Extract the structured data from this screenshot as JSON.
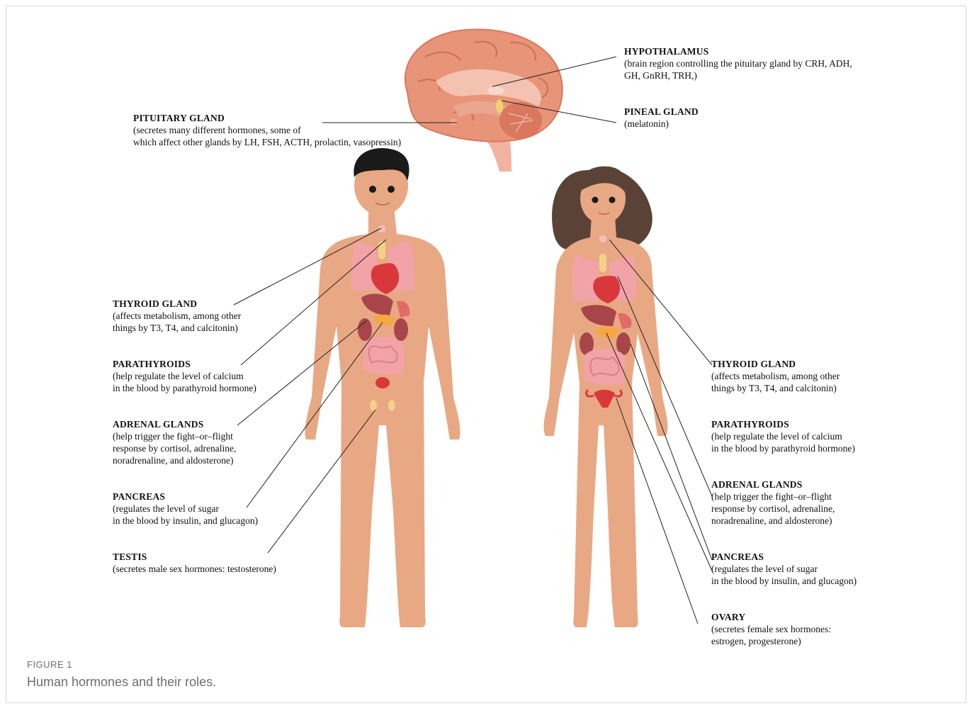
{
  "labels": {
    "hypothalamus": {
      "title": "HYPOTHALAMUS",
      "desc": "(brain region controlling the pituitary gland by CRH, ADH,\nGH, GnRH, TRH,)"
    },
    "pineal": {
      "title": "PINEAL GLAND",
      "desc": "(melatonin)"
    },
    "pituitary": {
      "title": "PITUITARY GLAND",
      "desc": "(secretes many different hormones, some of\nwhich affect other glands by LH, FSH, ACTH, prolactin, vasopressin)"
    },
    "male_thyroid": {
      "title": "THYROID GLAND",
      "desc": "(affects metabolism, among other\nthings by T3, T4, and calcitonin)"
    },
    "male_parathyroids": {
      "title": "PARATHYROIDS",
      "desc": "(help regulate the level of calcium\nin the blood by parathyroid hormone)"
    },
    "male_adrenal": {
      "title": "ADRENAL GLANDS",
      "desc": "(help trigger the fight–or–flight\nresponse by cortisol, adrenaline,\nnoradrenaline, and aldosterone)"
    },
    "male_pancreas": {
      "title": "PANCREAS",
      "desc": "(regulates the level of sugar\nin the blood by insulin, and glucagon)"
    },
    "testis": {
      "title": "TESTIS",
      "desc": "(secretes male sex hormones: testosterone)"
    },
    "female_thyroid": {
      "title": "THYROID GLAND",
      "desc": "(affects metabolism, among other\nthings by T3, T4, and calcitonin)"
    },
    "female_parathyroids": {
      "title": "PARATHYROIDS",
      "desc": "(help regulate the level of calcium\nin the blood by parathyroid hormone)"
    },
    "female_adrenal": {
      "title": "ADRENAL GLANDS",
      "desc": "(help trigger the fight–or–flight\nresponse by cortisol, adrenaline,\nnoradrenaline, and aldosterone)"
    },
    "female_pancreas": {
      "title": "PANCREAS",
      "desc": "(regulates the level of sugar\nin the blood by insulin, and glucagon)"
    },
    "ovary": {
      "title": "OVARY",
      "desc": "(secretes female sex hormones:\nestrogen, progesterone)"
    }
  },
  "caption": {
    "label": "FIGURE 1",
    "text": "Human hormones and their roles."
  },
  "colors": {
    "skin": "#e8a884",
    "hair_male": "#1a1a1a",
    "hair_female": "#5a4236",
    "brain": "#e89478",
    "lung": "#f2a3a8",
    "heart": "#d9383a",
    "liver": "#a8454a",
    "gland": "#f5d08a"
  }
}
